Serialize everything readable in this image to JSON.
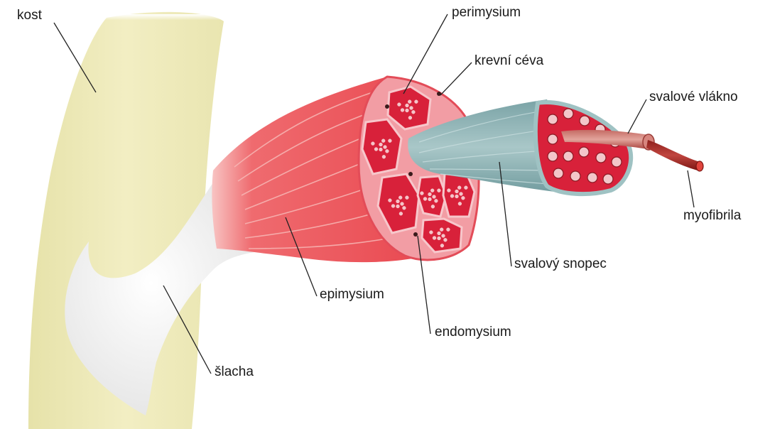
{
  "labels": {
    "kost": "kost",
    "perimysium": "perimysium",
    "krevni_ceva": "krevní céva",
    "svalove_vlakno": "svalové vlákno",
    "myofibrila": "myofibrila",
    "svalovy_snopec": "svalový snopec",
    "epimysium": "epimysium",
    "endomysium": "endomysium",
    "slacha": "šlacha"
  },
  "colors": {
    "bone": "#efeab8",
    "tendon": "#f1f1f1",
    "muscle": "#ef5a5f",
    "muscle_light": "#f7a9a8",
    "perimysium": "#f49aa1",
    "fascicle_fill": "#d8213a",
    "fascicle_sheath": "#9db7b8",
    "fiber": "#b34a44",
    "myofibril": "#a62a26",
    "leader": "#222222"
  },
  "icons": {
    "blood_vessel": "dark-dot"
  }
}
